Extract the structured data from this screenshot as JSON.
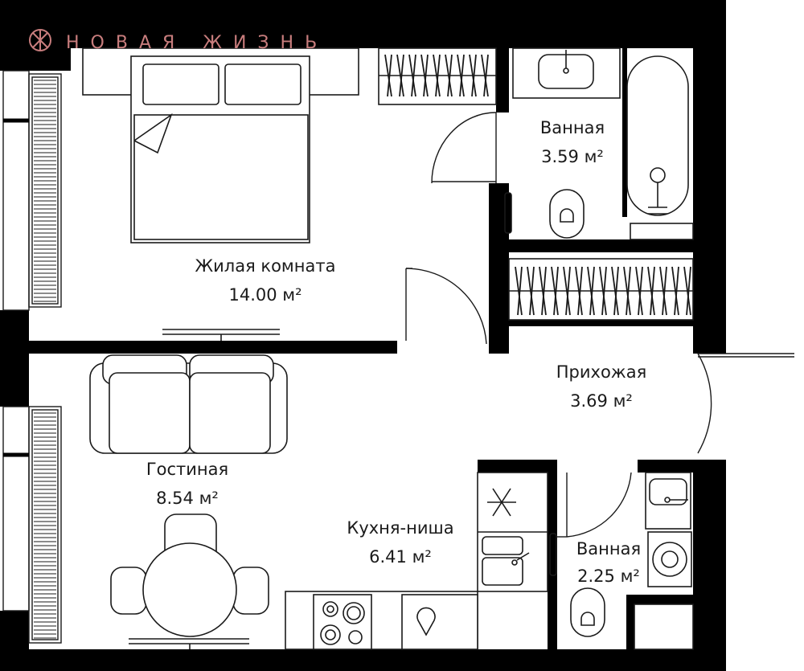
{
  "brand": {
    "name": "НОВАЯ ЖИЗНЬ",
    "color": "#c87d7d",
    "icon": "ornament-logo-icon"
  },
  "colors": {
    "wall": "#000000",
    "line": "#1a1a1a",
    "furniture_fill": "#ffffff"
  },
  "rooms": {
    "bathroom1": {
      "name": "Ванная",
      "area": "3.59 м²"
    },
    "bedroom": {
      "name": "Жилая комната",
      "area": "14.00 м²"
    },
    "hallway": {
      "name": "Прихожая",
      "area": "3.69 м²"
    },
    "living": {
      "name": "Гостиная",
      "area": "8.54 м²"
    },
    "kitchen": {
      "name": "Кухня-ниша",
      "area": "6.41 м²"
    },
    "bathroom2": {
      "name": "Ванная",
      "area": "2.25 м²"
    }
  }
}
